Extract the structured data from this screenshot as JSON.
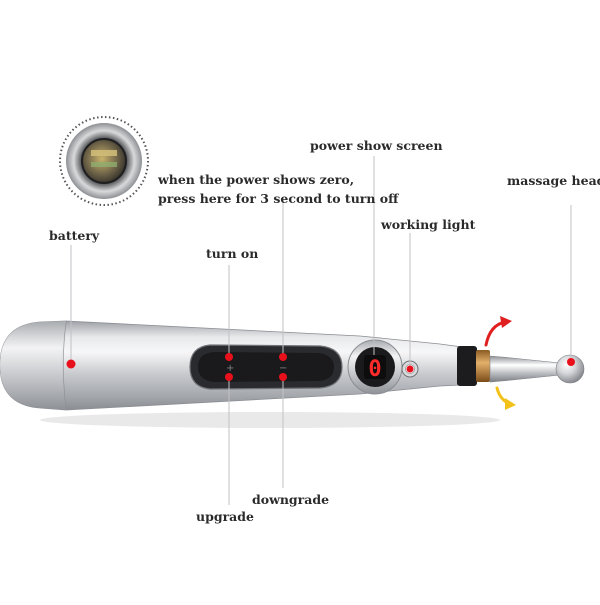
{
  "labels": {
    "power_show_screen": "power show screen",
    "power_zero_line1": "when the power shows zero,",
    "power_zero_line2": "press here for 3 second to turn off",
    "massage_head": "massage head",
    "working_light": "working light",
    "battery": "battery",
    "turn_on": "turn on",
    "downgrade": "downgrade",
    "upgrade": "upgrade"
  },
  "display": {
    "digit": "0"
  },
  "button_symbols": {
    "plus": "+",
    "minus": "−"
  },
  "colors": {
    "callout_dot": "#e8101a",
    "leader_line": "#b9b9b9",
    "body_silver": "#c9cbcf",
    "screen_black": "#1a1a1c",
    "rotation_arrow_red": "#e02020",
    "rotation_arrow_yellow": "#f2c21a",
    "copper_ring": "#c48a3f"
  }
}
